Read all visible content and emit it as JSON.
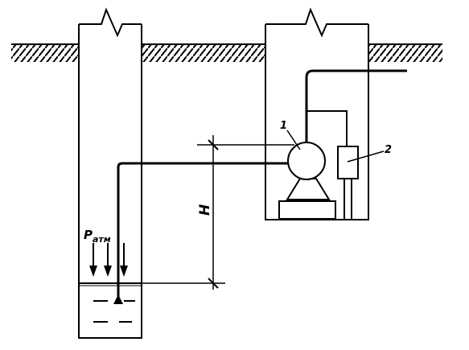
{
  "labels": {
    "pump_number": "1",
    "sensor_number": "2",
    "height_symbol": "H",
    "pressure_main": "P",
    "pressure_sub": "атм"
  },
  "colors": {
    "ink": "#000000",
    "background": "#ffffff"
  }
}
